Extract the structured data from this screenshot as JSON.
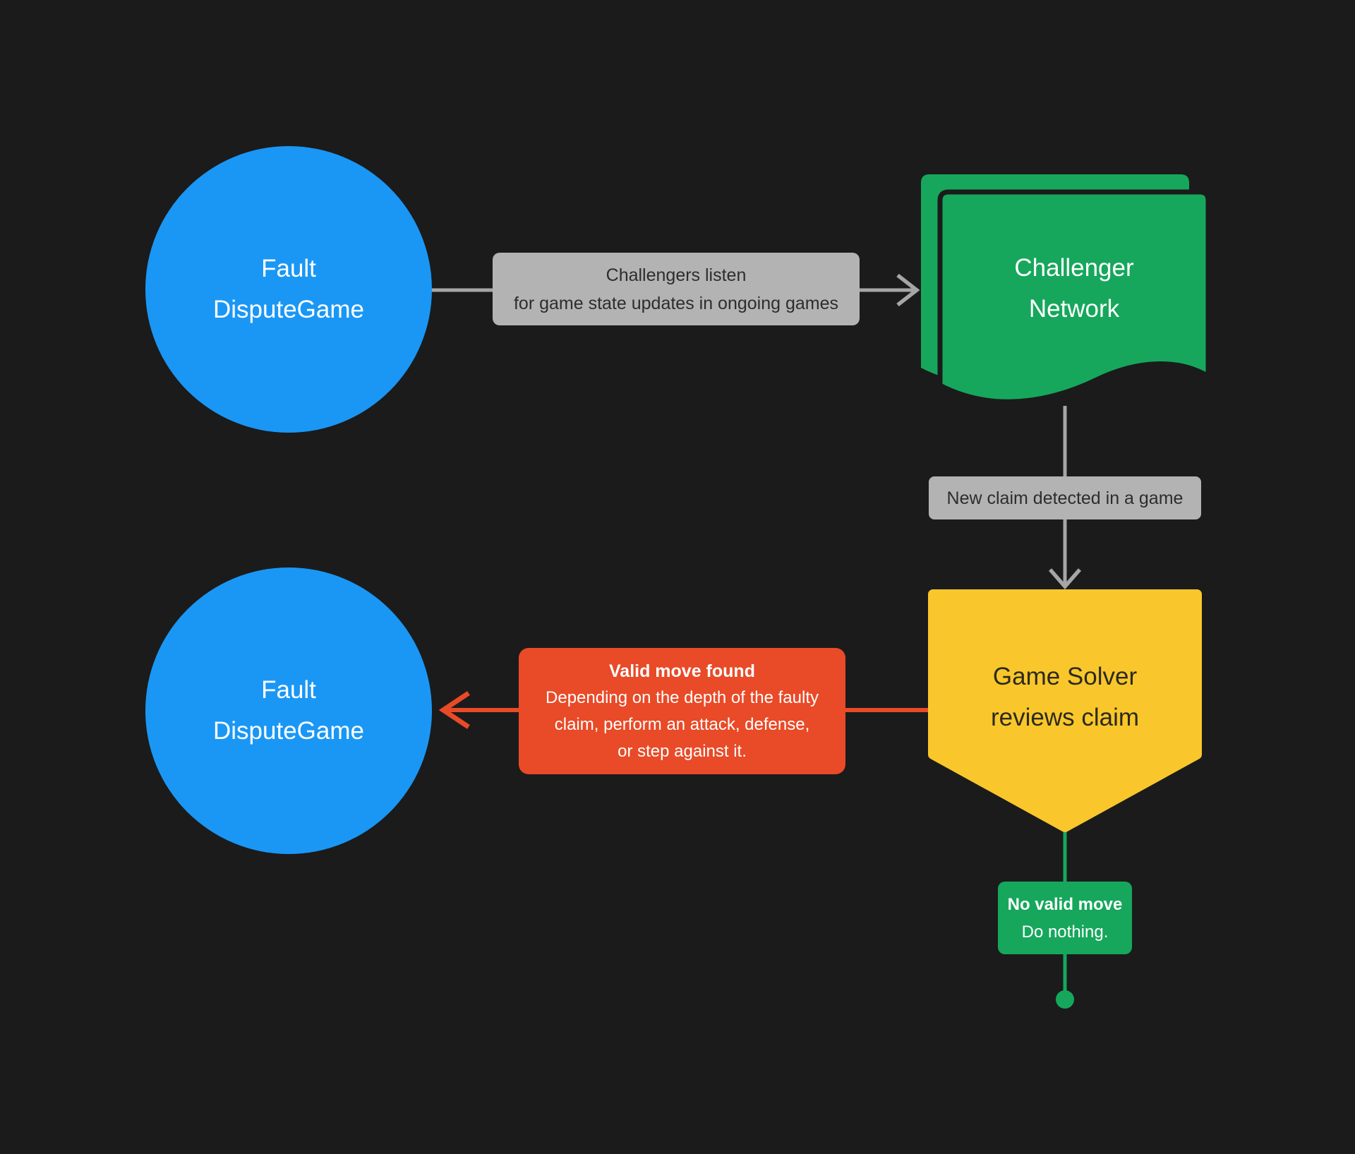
{
  "colors": {
    "background": "#1B1B1B",
    "blue": "#1A97F5",
    "green": "#16A75C",
    "yellow": "#F9C72B",
    "red": "#E94A27",
    "gray_label_bg": "#B3B3B3",
    "gray_line": "#A6A6A6",
    "label_text_dark": "#2D2D2D",
    "yellow_text_dark": "#2B2A1E",
    "white": "#FFFFFF"
  },
  "nodes": {
    "fault_top": {
      "line1": "Fault",
      "line2": "DisputeGame"
    },
    "fault_bottom": {
      "line1": "Fault",
      "line2": "DisputeGame"
    },
    "challenger": {
      "line1": "Challenger",
      "line2": "Network"
    },
    "solver": {
      "line1": "Game Solver",
      "line2": "reviews claim"
    }
  },
  "edge_labels": {
    "listen": {
      "line1": "Challengers listen",
      "line2": "for game state updates in ongoing games"
    },
    "new_claim": {
      "text": "New claim detected in a game"
    }
  },
  "notes": {
    "valid_move": {
      "title": "Valid move found",
      "body_lines": [
        "Depending on the depth of the faulty",
        "claim, perform an attack, defense,",
        "or step against it."
      ]
    },
    "no_valid_move": {
      "title": "No valid move",
      "body": "Do nothing."
    }
  }
}
